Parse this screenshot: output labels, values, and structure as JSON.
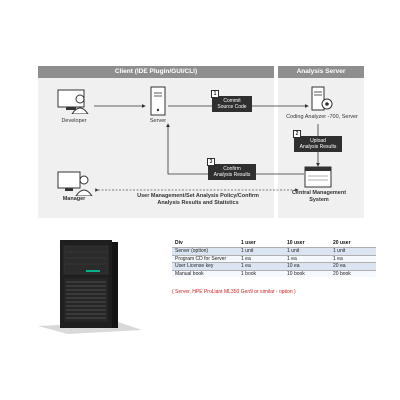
{
  "diagram": {
    "client_panel_title": "Client (IDE Plugin/GUI/CLI)",
    "server_panel_title": "Analysis Server",
    "developer_label": "Developer",
    "server_label": "Server",
    "manager_label": "Manager",
    "coding_analyzer_label": "Coding Analyzer -700, Server",
    "cms_label_line1": "Central Management",
    "cms_label_line2": "System",
    "step1": {
      "number": "1",
      "line1": "Commit",
      "line2": "Source Code"
    },
    "step2": {
      "number": "2",
      "line1": "Upload",
      "line2": "Analysis Results"
    },
    "step3": {
      "number": "3",
      "line1": "Confirm",
      "line2": "Analysis Results"
    },
    "manager_link_line1": "User Management/Set Analysis Policy/Confirm",
    "manager_link_line2": "Analysis Results and Statistics"
  },
  "spec_table": {
    "headers": [
      "Div",
      "1 user",
      "10 user",
      "20 user"
    ],
    "rows": [
      [
        "Server (option)",
        "1 unit",
        "1 unit",
        "1 unit"
      ],
      [
        "Program CD for Server",
        "1 ea",
        "1 ea",
        "1 ea"
      ],
      [
        "User License key",
        "1 ea",
        "10 ea",
        "20 ea"
      ],
      [
        "Manual book",
        "1 book",
        "10 book",
        "20 book"
      ]
    ]
  },
  "note": "( Server, HPE ProLiant ML350 Gen9 or similar - option )",
  "colors": {
    "panel_bg": "#f0f0f0",
    "panel_header": "#8e8e8e",
    "step_box": "#2f2f2f",
    "table_row_alt": "#dbe5f1",
    "note_red": "#cc2222"
  }
}
